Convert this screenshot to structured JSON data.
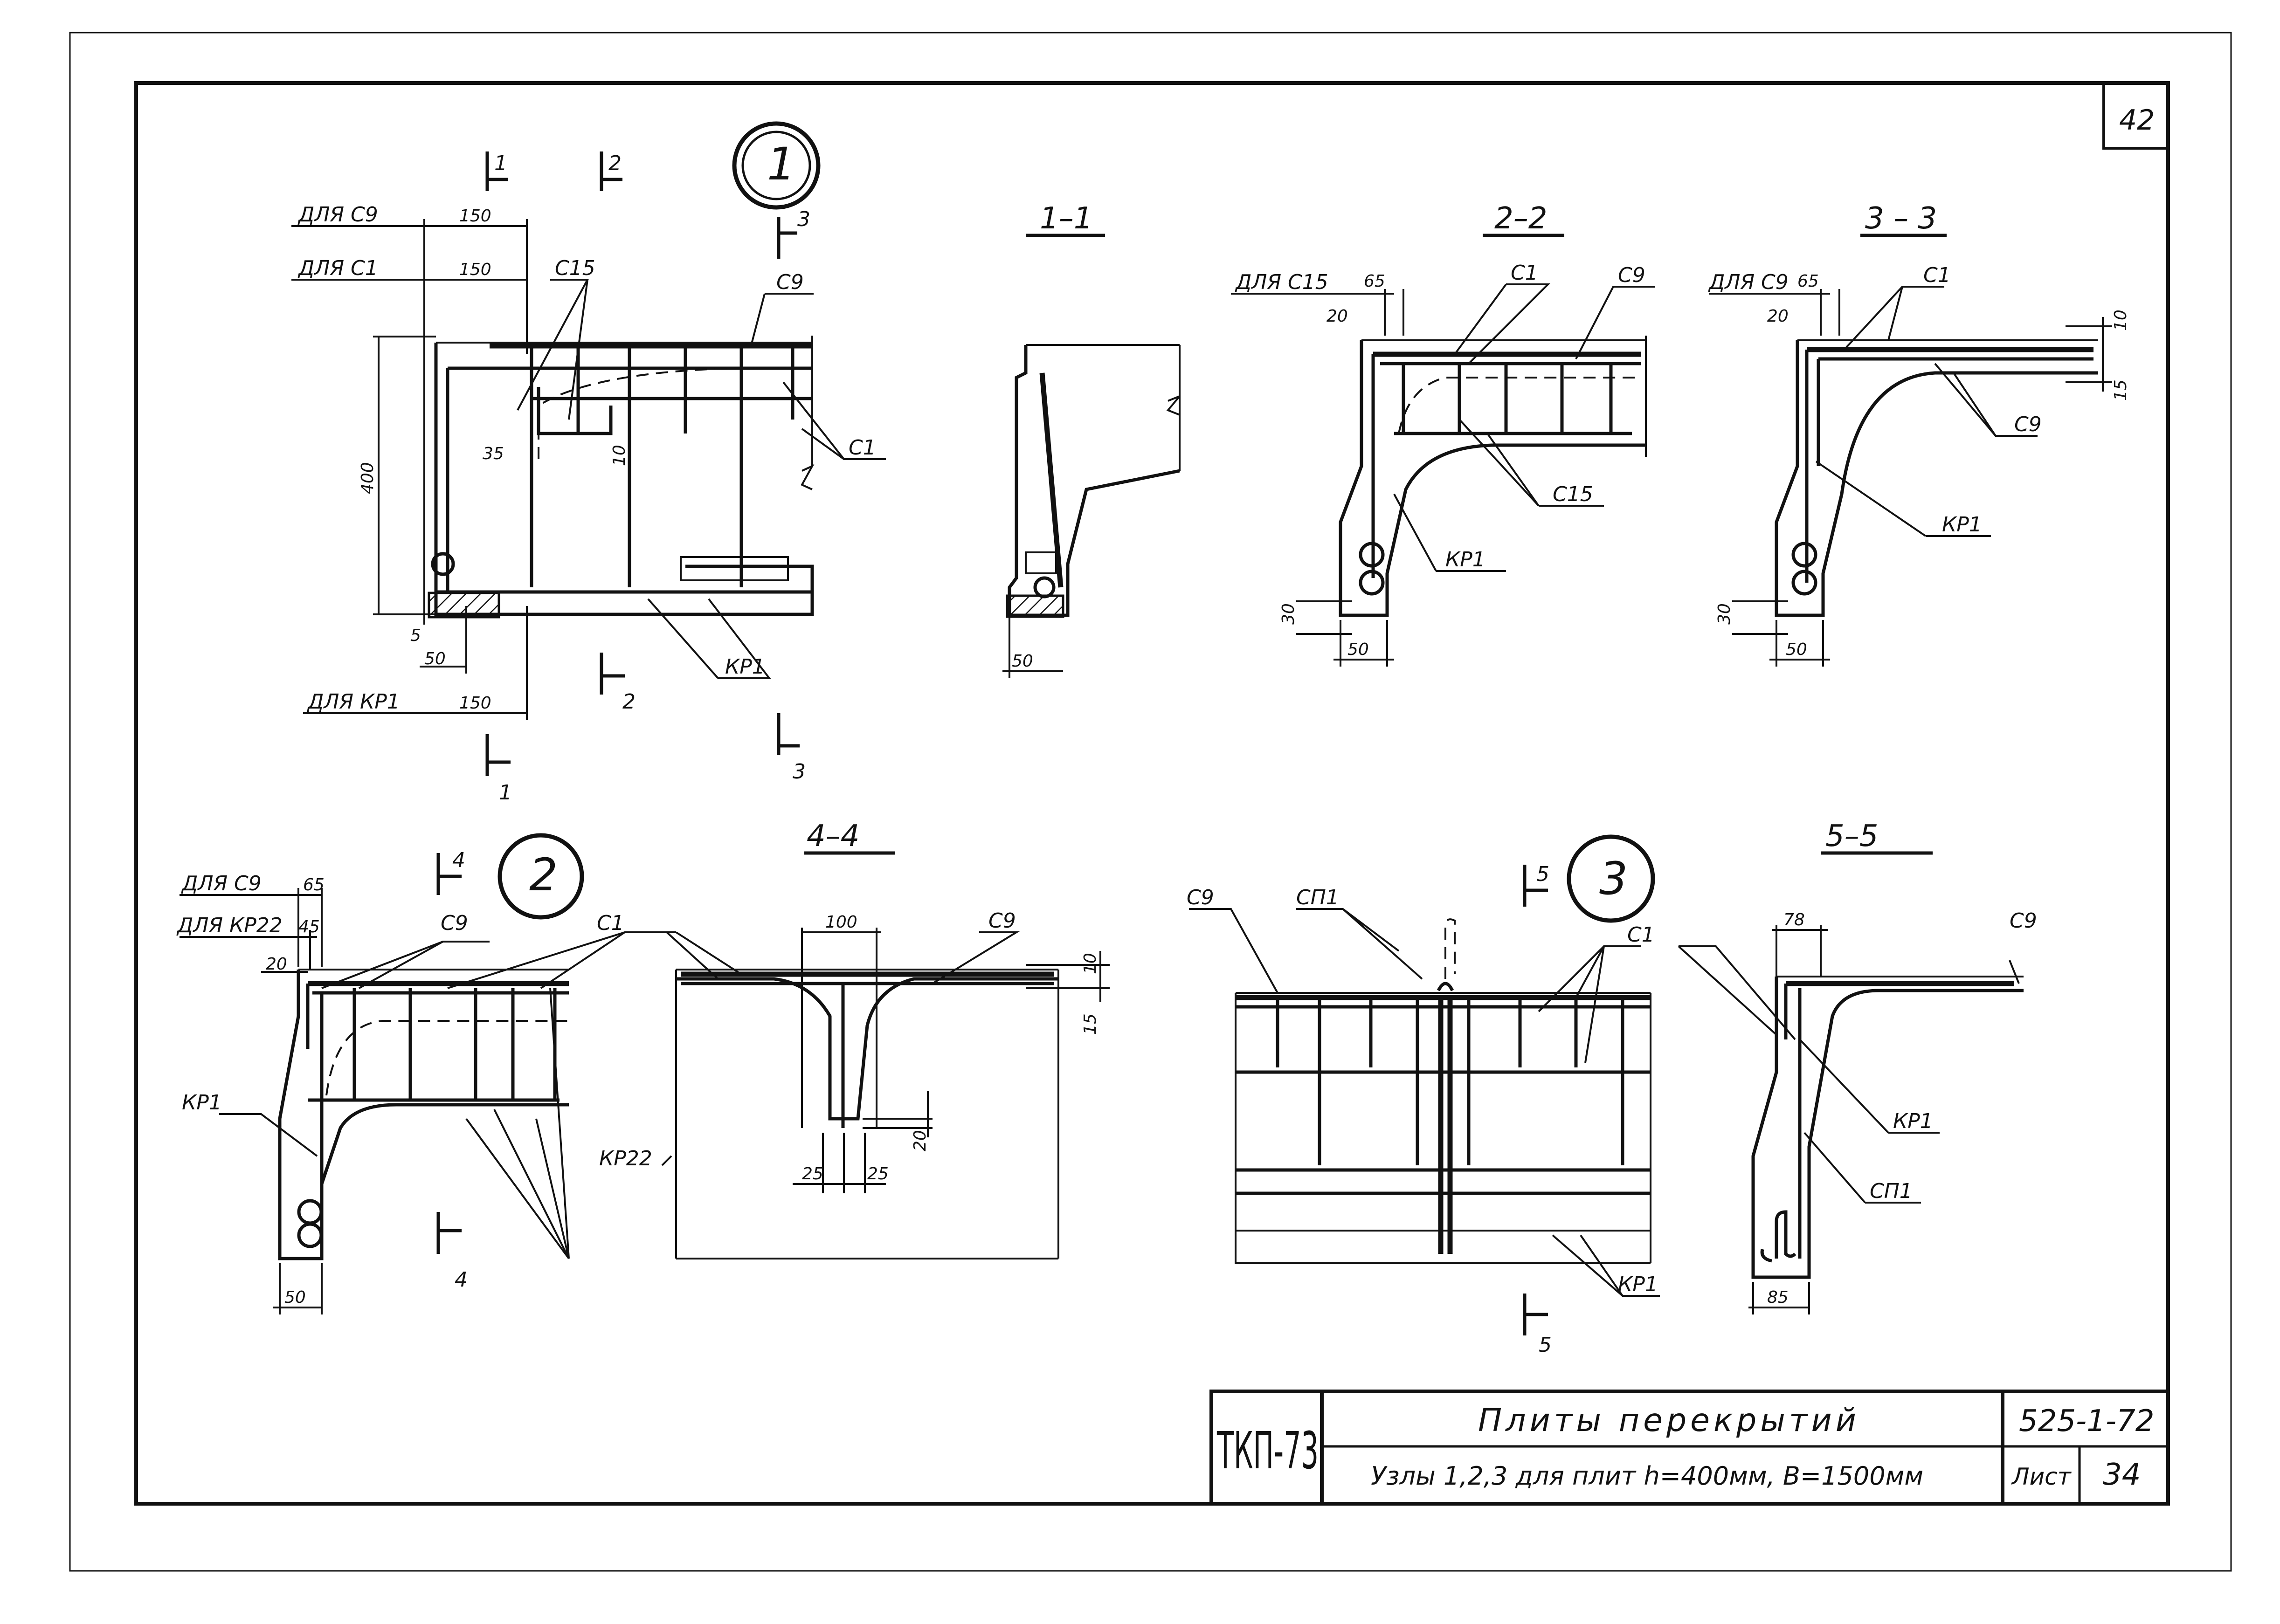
{
  "sheet": {
    "page_no": "42",
    "stamp": "ТКП-73",
    "title": "Плиты перекрытий",
    "subtitle": "Узлы 1,2,3 для плит h=400мм, В=1500мм",
    "series": "525-1-72",
    "sheet_label": "Лист",
    "sheet_no": "34"
  },
  "node1": {
    "node_no": "1",
    "cut_1": "1",
    "cut_2": "2",
    "cut_3": "3",
    "for_c9": "ДЛЯ С9",
    "for_c1": "ДЛЯ С1",
    "for_kp1": "ДЛЯ КР1",
    "dim_150_a": "150",
    "dim_150_b": "150",
    "dim_150_c": "150",
    "dim_400": "400",
    "dim_35": "35",
    "dim_10": "10",
    "dim_5": "5",
    "dim_50": "50",
    "lbl_c15": "С15",
    "lbl_c9": "С9",
    "lbl_c1": "С1",
    "lbl_kp1": "КР1"
  },
  "sec11": {
    "title": "1–1",
    "dim_50": "50"
  },
  "sec22": {
    "title": "2–2",
    "for_c15": "ДЛЯ С15",
    "dim_65": "65",
    "dim_20": "20",
    "dim_30": "30",
    "dim_50": "50",
    "lbl_c1": "С1",
    "lbl_c9": "С9",
    "lbl_c15": "С15",
    "lbl_kp1": "КР1"
  },
  "sec33": {
    "title": "3 – 3",
    "for_c9": "ДЛЯ С9",
    "dim_65": "65",
    "dim_20": "20",
    "dim_10": "10",
    "dim_15": "15",
    "dim_30": "30",
    "dim_50": "50",
    "lbl_c1": "С1",
    "lbl_c9": "С9",
    "lbl_kp1": "КР1"
  },
  "node2": {
    "node_no": "2",
    "cut_4": "4",
    "for_c9": "ДЛЯ С9",
    "for_kp22": "ДЛЯ КР22",
    "dim_65": "65",
    "dim_45": "45",
    "dim_20": "20",
    "dim_50": "50",
    "lbl_c9": "С9",
    "lbl_c1": "С1",
    "lbl_kp1": "КР1",
    "lbl_kp22": "КР22"
  },
  "sec44": {
    "title": "4–4",
    "dim_100": "100",
    "dim_10": "10",
    "dim_15": "15",
    "dim_20": "20",
    "dim_25a": "25",
    "dim_25b": "25",
    "lbl_c9": "С9"
  },
  "node3": {
    "node_no": "3",
    "cut_5": "5",
    "lbl_c9": "С9",
    "lbl_cp1": "СП1",
    "lbl_c1": "С1",
    "lbl_kp1": "КР1"
  },
  "sec55": {
    "title": "5–5",
    "dim_78": "78",
    "dim_85": "85",
    "lbl_c9": "С9",
    "lbl_c1": "С1",
    "lbl_kp1": "КР1",
    "lbl_cp1": "СП1"
  }
}
